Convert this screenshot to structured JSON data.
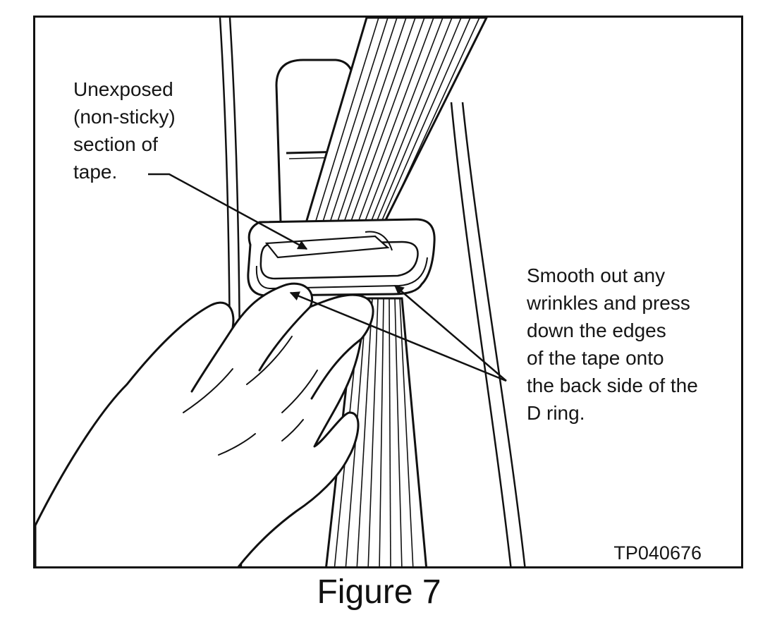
{
  "figure": {
    "caption": "Figure 7",
    "drawing_id": "TP040676"
  },
  "callouts": {
    "tape_section": {
      "lines": [
        "Unexposed",
        "(non-sticky)",
        "section of",
        "tape."
      ]
    },
    "instructions": {
      "lines": [
        "Smooth out any",
        "wrinkles and press",
        "down the edges",
        "of the tape onto",
        "the back side of the",
        "D ring."
      ]
    }
  },
  "colors": {
    "line": "#111111",
    "background": "#ffffff"
  },
  "icons": {
    "arrow": "arrowhead-icon"
  }
}
